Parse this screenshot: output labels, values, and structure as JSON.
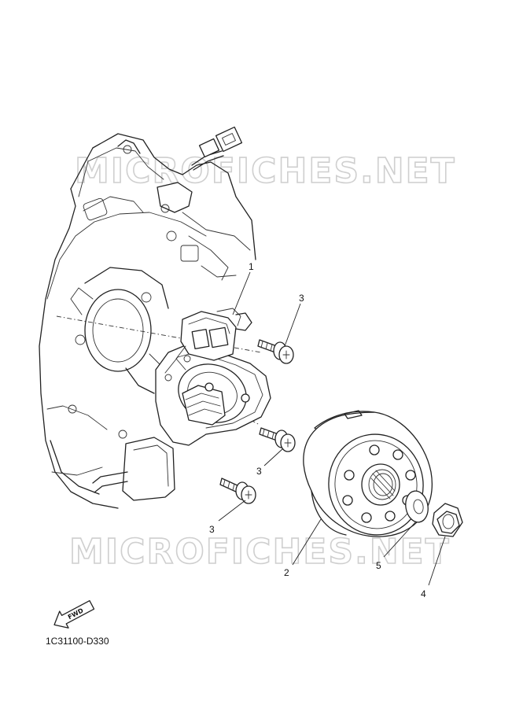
{
  "watermark": {
    "top": "MICROFICHES.NET",
    "bottom": "MICROFICHES.NET"
  },
  "callouts": [
    {
      "id": "1",
      "label": "1"
    },
    {
      "id": "2",
      "label": "2"
    },
    {
      "id": "3a",
      "label": "3"
    },
    {
      "id": "3b",
      "label": "3"
    },
    {
      "id": "3c",
      "label": "3"
    },
    {
      "id": "4",
      "label": "4"
    },
    {
      "id": "5",
      "label": "5"
    }
  ],
  "fwd_arrow": {
    "label": "FWD"
  },
  "diagram_code": "1C31100-D330"
}
